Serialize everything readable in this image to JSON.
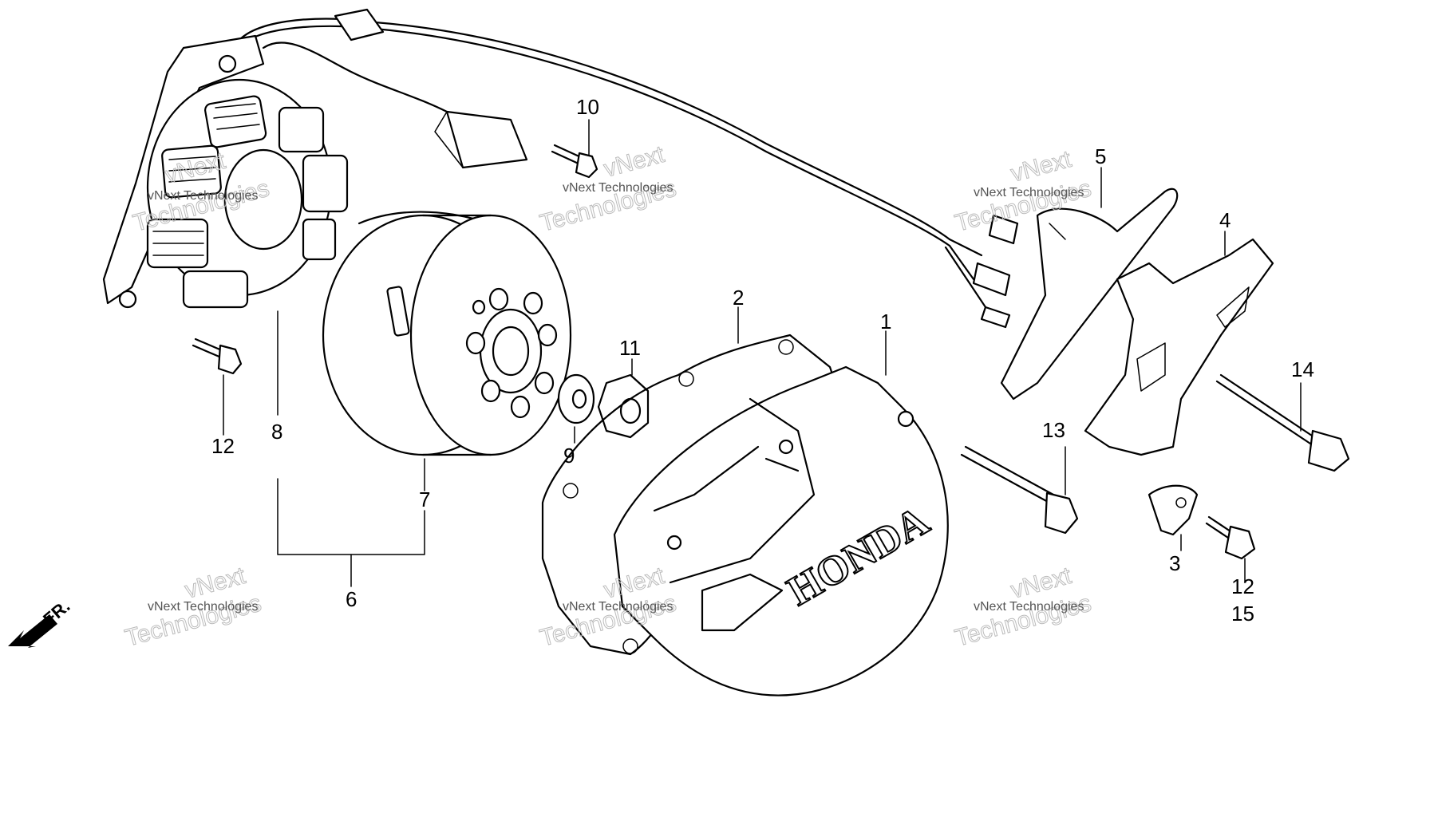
{
  "brand_text": "HONDA",
  "direction_label": "FR.",
  "watermark": {
    "company": "vNext Technologies",
    "top_line": "vNext",
    "bottom_line": "Technologies"
  },
  "callouts": [
    "1",
    "2",
    "3",
    "4",
    "5",
    "6",
    "7",
    "8",
    "9",
    "10",
    "11",
    "12",
    "12",
    "13",
    "14",
    "15"
  ]
}
